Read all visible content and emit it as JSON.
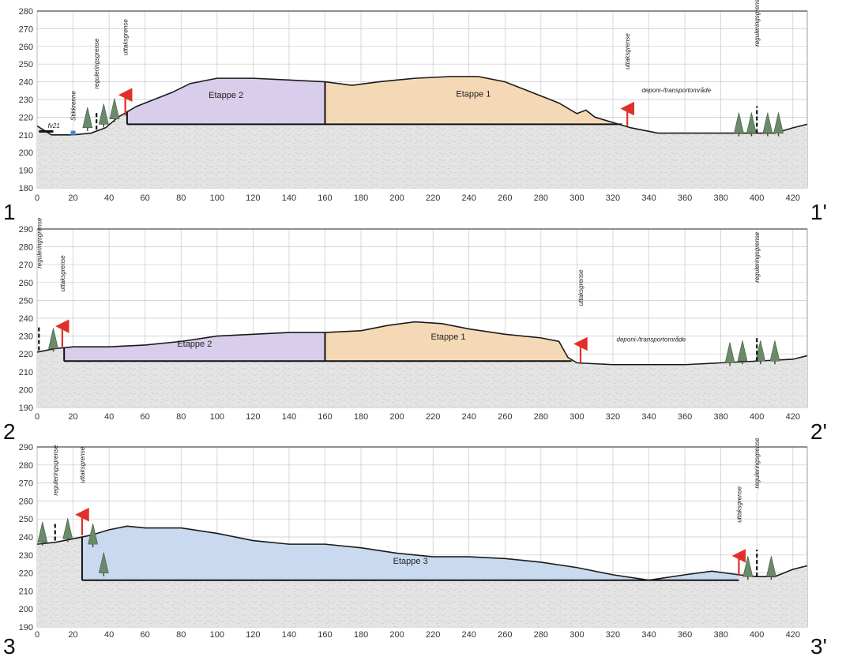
{
  "colors": {
    "etappe1": "#f5d9b6",
    "etappe2": "#d8cdea",
    "etappe3": "#c9daf0",
    "ground": "#e3e3e3",
    "grid": "#c8c8c8",
    "arrow": "#e0302a",
    "terrain_line": "#1a1a1a",
    "tree": "#6b8a6b"
  },
  "sections": [
    {
      "start_label": "1",
      "end_label": "1'",
      "yticks": [
        "280",
        "270",
        "260",
        "250",
        "240",
        "230",
        "220",
        "210",
        "200",
        "190",
        "180"
      ],
      "xticks": [
        "0",
        "20",
        "40",
        "60",
        "80",
        "100",
        "120",
        "140",
        "160",
        "180",
        "200",
        "220",
        "240",
        "260",
        "280",
        "300",
        "320",
        "340",
        "360",
        "380",
        "400",
        "420"
      ],
      "stages": [
        {
          "name": "Etappe 2",
          "color_key": "etappe2",
          "x_from": 50,
          "x_to": 160
        },
        {
          "name": "Etappe 1",
          "color_key": "etappe1",
          "x_from": 160,
          "x_to": 325
        }
      ],
      "floor_elev": 216,
      "labels": {
        "road": "fv21",
        "culvert": "Stikkrenne",
        "reg_left": "reguleringsgrense",
        "cut_left": "uttaksgrense",
        "cut_right": "uttaksgrense",
        "depot": "deponi-/transportområde",
        "reg_right": "reguleringsgrense"
      },
      "terrain": [
        [
          0,
          215
        ],
        [
          8,
          210
        ],
        [
          20,
          210
        ],
        [
          30,
          211
        ],
        [
          38,
          214
        ],
        [
          45,
          220
        ],
        [
          55,
          226
        ],
        [
          65,
          230
        ],
        [
          75,
          234
        ],
        [
          85,
          239
        ],
        [
          100,
          242
        ],
        [
          120,
          242
        ],
        [
          140,
          241
        ],
        [
          160,
          240
        ],
        [
          175,
          238
        ],
        [
          190,
          240
        ],
        [
          210,
          242
        ],
        [
          230,
          243
        ],
        [
          245,
          243
        ],
        [
          260,
          240
        ],
        [
          275,
          234
        ],
        [
          290,
          228
        ],
        [
          300,
          222
        ],
        [
          305,
          224
        ],
        [
          310,
          220
        ],
        [
          320,
          217
        ],
        [
          330,
          214
        ],
        [
          345,
          211
        ],
        [
          360,
          211
        ],
        [
          380,
          211
        ],
        [
          400,
          211
        ],
        [
          410,
          211
        ],
        [
          420,
          214
        ],
        [
          428,
          216
        ]
      ]
    },
    {
      "start_label": "2",
      "end_label": "2'",
      "yticks": [
        "290",
        "280",
        "270",
        "260",
        "250",
        "240",
        "230",
        "220",
        "210",
        "200",
        "190"
      ],
      "xticks": [
        "0",
        "20",
        "40",
        "60",
        "80",
        "100",
        "120",
        "140",
        "160",
        "180",
        "200",
        "220",
        "240",
        "260",
        "280",
        "300",
        "320",
        "340",
        "360",
        "380",
        "400",
        "420"
      ],
      "stages": [
        {
          "name": "Etappe 2",
          "color_key": "etappe2",
          "x_from": 15,
          "x_to": 160
        },
        {
          "name": "Etappe 1",
          "color_key": "etappe1",
          "x_from": 160,
          "x_to": 297
        }
      ],
      "floor_elev": 216,
      "labels": {
        "reg_left": "reguleringsgrense",
        "cut_left": "uttaksgrense",
        "cut_right": "uttaksgrense",
        "depot": "deponi-/transportområde",
        "reg_right": "reguleringsgrense"
      },
      "terrain": [
        [
          0,
          221
        ],
        [
          10,
          223
        ],
        [
          20,
          224
        ],
        [
          40,
          224
        ],
        [
          60,
          225
        ],
        [
          80,
          227
        ],
        [
          100,
          230
        ],
        [
          120,
          231
        ],
        [
          140,
          232
        ],
        [
          160,
          232
        ],
        [
          180,
          233
        ],
        [
          195,
          236
        ],
        [
          210,
          238
        ],
        [
          225,
          237
        ],
        [
          240,
          234
        ],
        [
          260,
          231
        ],
        [
          280,
          229
        ],
        [
          290,
          227
        ],
        [
          295,
          218
        ],
        [
          300,
          215
        ],
        [
          320,
          214
        ],
        [
          340,
          214
        ],
        [
          360,
          214
        ],
        [
          380,
          215
        ],
        [
          400,
          216
        ],
        [
          420,
          217
        ],
        [
          428,
          219
        ]
      ]
    },
    {
      "start_label": "3",
      "end_label": "3'",
      "yticks": [
        "290",
        "280",
        "270",
        "260",
        "250",
        "240",
        "230",
        "220",
        "210",
        "200",
        "190"
      ],
      "xticks": [
        "0",
        "20",
        "40",
        "60",
        "80",
        "100",
        "120",
        "140",
        "160",
        "180",
        "200",
        "220",
        "240",
        "260",
        "280",
        "300",
        "320",
        "340",
        "360",
        "380",
        "400",
        "420"
      ],
      "stages": [
        {
          "name": "Etappe 3",
          "color_key": "etappe3",
          "x_from": 25,
          "x_to": 390
        }
      ],
      "floor_elev": 216,
      "labels": {
        "reg_left": "reguleringsgrense",
        "cut_left": "uttaksgrense",
        "cut_right": "uttaksgrense",
        "reg_right": "reguleringsgrense"
      },
      "terrain": [
        [
          0,
          236
        ],
        [
          10,
          237
        ],
        [
          20,
          239
        ],
        [
          30,
          241
        ],
        [
          40,
          244
        ],
        [
          50,
          246
        ],
        [
          60,
          245
        ],
        [
          80,
          245
        ],
        [
          100,
          242
        ],
        [
          120,
          238
        ],
        [
          140,
          236
        ],
        [
          160,
          236
        ],
        [
          180,
          234
        ],
        [
          200,
          231
        ],
        [
          220,
          229
        ],
        [
          240,
          229
        ],
        [
          260,
          228
        ],
        [
          280,
          226
        ],
        [
          300,
          223
        ],
        [
          320,
          219
        ],
        [
          340,
          216
        ],
        [
          360,
          219
        ],
        [
          375,
          221
        ],
        [
          390,
          219
        ],
        [
          400,
          218
        ],
        [
          410,
          218
        ],
        [
          420,
          222
        ],
        [
          428,
          224
        ]
      ]
    }
  ]
}
